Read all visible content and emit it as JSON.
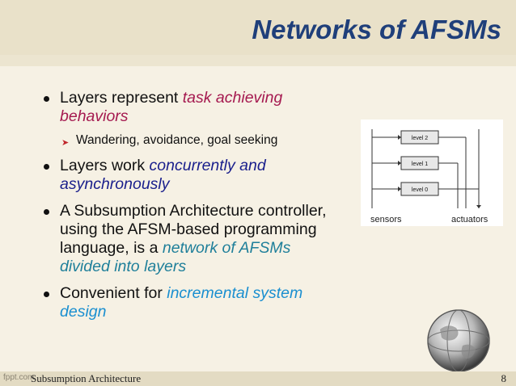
{
  "slide": {
    "title": "Networks of AFSMs",
    "bullets": [
      {
        "pre": "Layers represent ",
        "em": "task achieving behaviors",
        "post": ""
      },
      {
        "pre": "Layers work ",
        "em": "concurrently and asynchronously",
        "post": ""
      },
      {
        "pre": "A Subsumption Architecture controller, using the AFSM-based programming language, is a ",
        "em": "network of AFSMs divided into layers",
        "post": ""
      },
      {
        "pre": "Convenient for ",
        "em": "incremental system design",
        "post": ""
      }
    ],
    "sub_bullet": "Wandering, avoidance, goal seeking",
    "diagram": {
      "levels": [
        "level 2",
        "level 1",
        "level 0"
      ],
      "left_label": "sensors",
      "right_label": "actuators"
    }
  },
  "footer": {
    "tag": "fppt.com",
    "text": "Subsumption Architecture",
    "page": "8"
  },
  "colors": {
    "title": "#1f3f7a",
    "em_red": "#a51a50",
    "em_blue": "#1a1f8c",
    "em_teal": "#1f7f9a",
    "em_cyan": "#1a8fd0"
  }
}
